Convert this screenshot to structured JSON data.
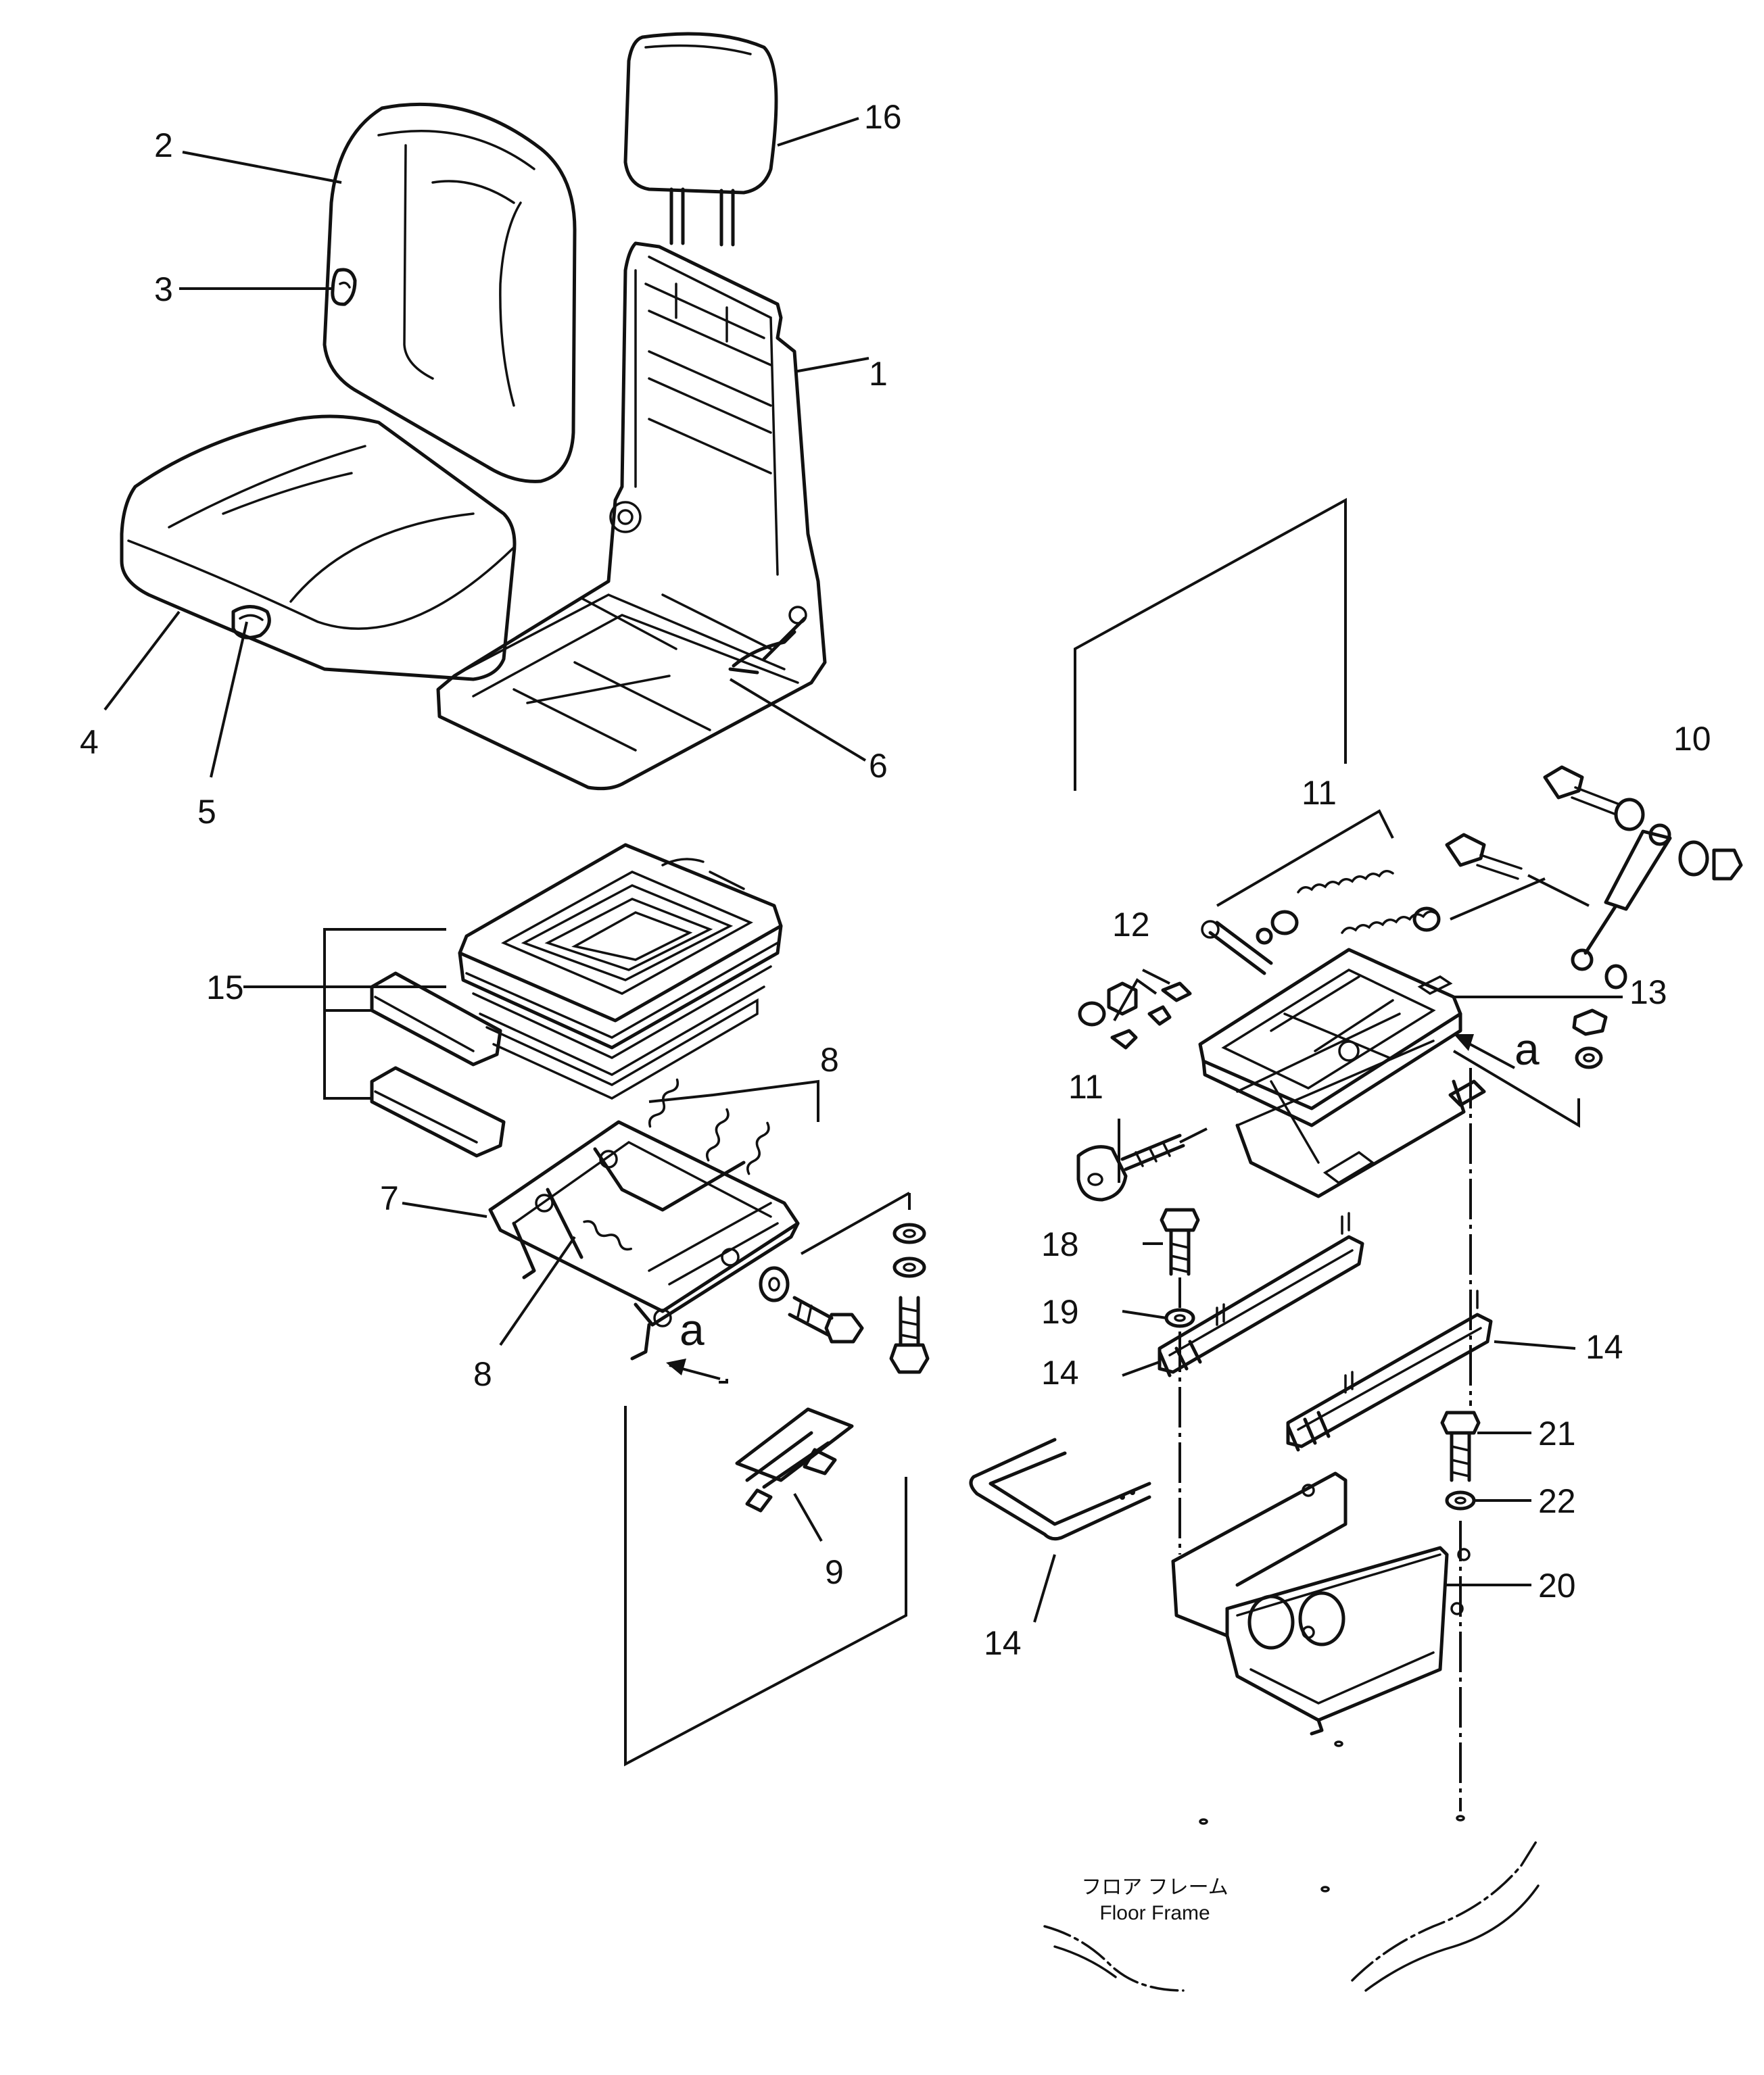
{
  "diagram": {
    "callouts": {
      "c1": "1",
      "c2": "2",
      "c3": "3",
      "c4": "4",
      "c5": "5",
      "c6": "6",
      "c7": "7",
      "c8a": "8",
      "c8b": "8",
      "c9": "9",
      "c10": "10",
      "c11a": "11",
      "c11b": "11",
      "c12": "12",
      "c13": "13",
      "c14a": "14",
      "c14b": "14",
      "c14c": "14",
      "c15": "15",
      "c16": "16",
      "c18": "18",
      "c19": "19",
      "c20": "20",
      "c21": "21",
      "c22": "22"
    },
    "view_markers": {
      "left": "a",
      "right": "a"
    },
    "floor_frame": {
      "japanese": "フロア フレーム",
      "english": "Floor Frame"
    }
  }
}
